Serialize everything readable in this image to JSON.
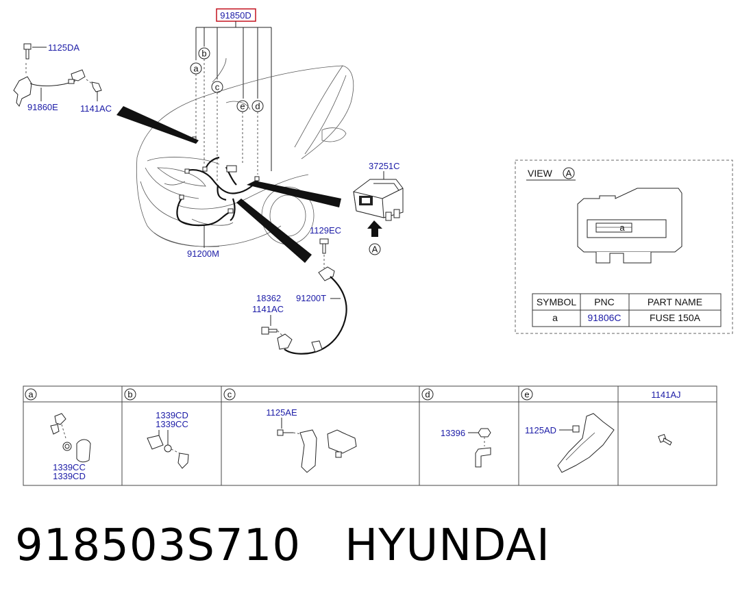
{
  "main_callout": "91850D",
  "labels": {
    "p1125DA": "1125DA",
    "p91860E": "91860E",
    "p1141AC_top": "1141AC",
    "p37251C": "37251C",
    "p1129EC": "1129EC",
    "p91200M": "91200M",
    "p18362": "18362",
    "p1141AC_mid": "1141AC",
    "p91200T": "91200T"
  },
  "circle_letters": [
    "a",
    "b",
    "c",
    "d",
    "e"
  ],
  "view_marker": "A",
  "view_box": {
    "title": "VIEW",
    "marker": "A",
    "fuse_label": "a",
    "table": {
      "headers": [
        "SYMBOL",
        "PNC",
        "PART NAME"
      ],
      "rows": [
        [
          "a",
          "91806C",
          "FUSE 150A"
        ]
      ]
    }
  },
  "bottom_table": {
    "headers": [
      "a",
      "b",
      "c",
      "d",
      "e",
      "1141AJ"
    ],
    "cells": {
      "a": [
        "1339CC",
        "1339CD"
      ],
      "b": [
        "1339CD",
        "1339CC"
      ],
      "c": [
        "1125AE"
      ],
      "d": [
        "13396"
      ],
      "e": [
        "1125AD"
      ]
    }
  },
  "footer": {
    "part_number": "918503S710",
    "brand": "HYUNDAI"
  }
}
